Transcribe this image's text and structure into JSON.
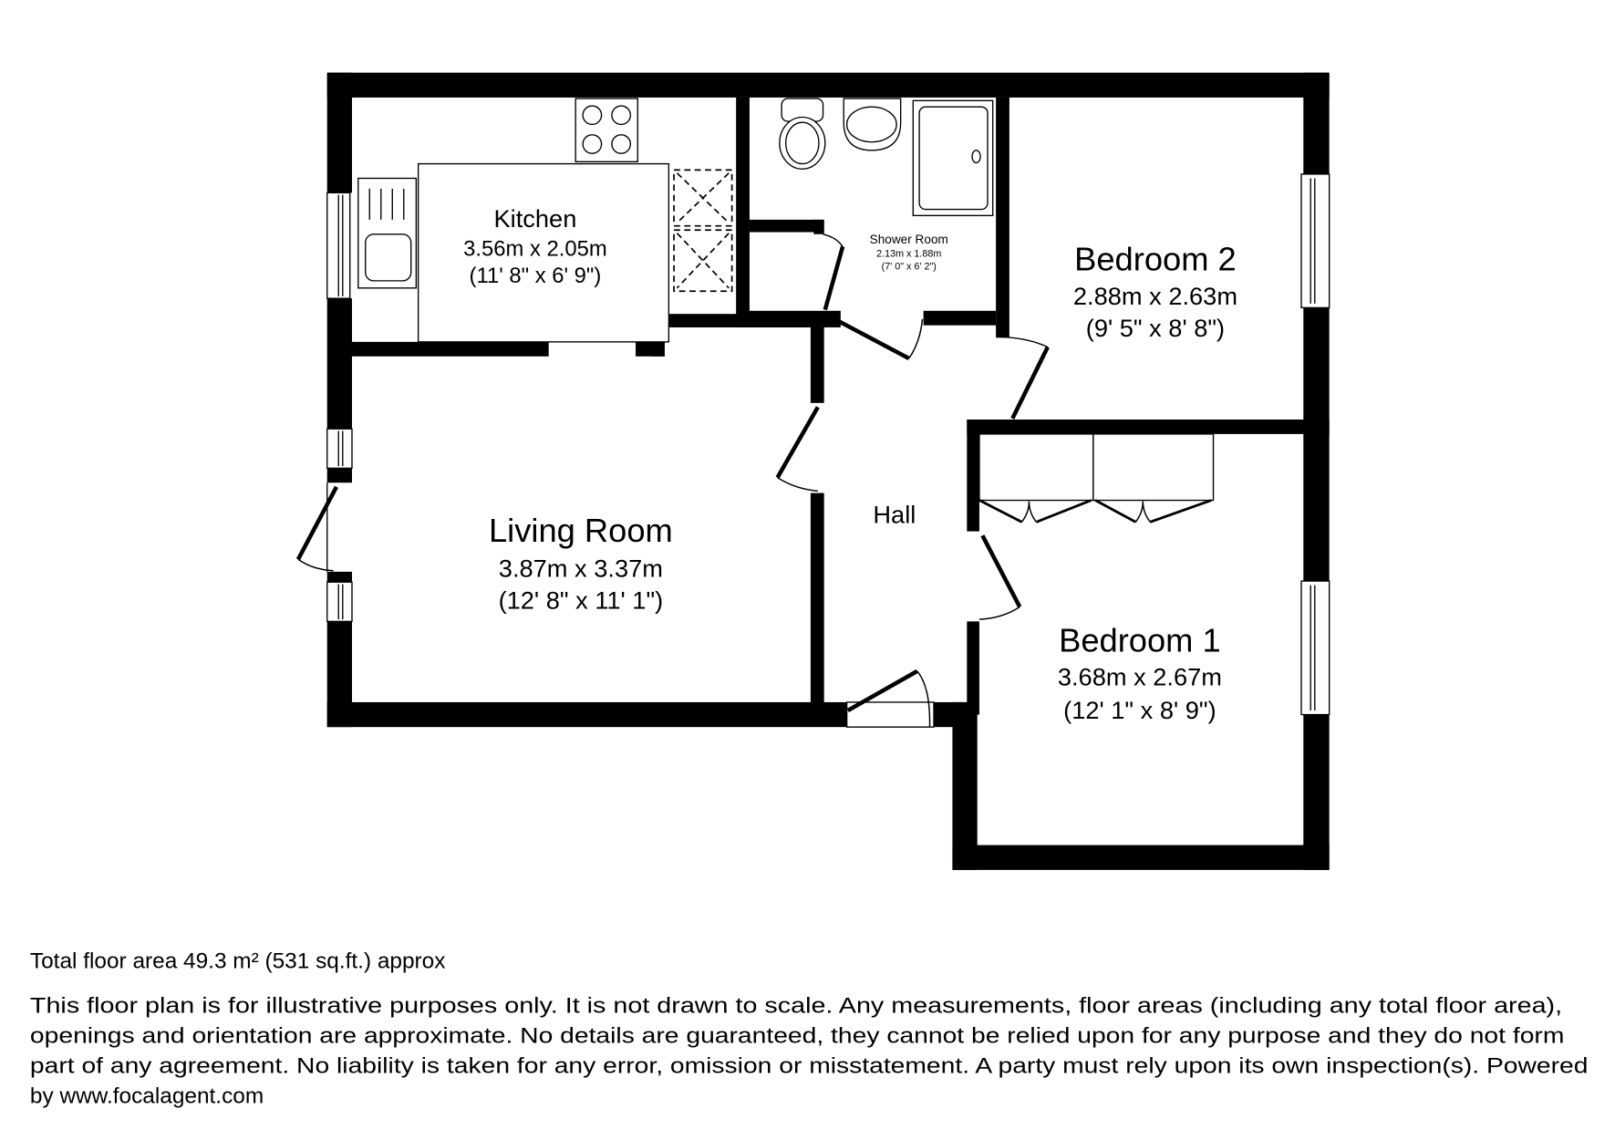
{
  "rooms": {
    "kitchen": {
      "name": "Kitchen",
      "metric": "3.56m x 2.05m",
      "imperial": "(11' 8\" x 6' 9\")"
    },
    "shower_room": {
      "name": "Shower Room",
      "metric": "2.13m x 1.88m",
      "imperial": "(7' 0\" x 6' 2\")"
    },
    "bedroom2": {
      "name": "Bedroom 2",
      "metric": "2.88m x 2.63m",
      "imperial": "(9' 5\" x 8' 8\")"
    },
    "living_room": {
      "name": "Living Room",
      "metric": "3.87m x 3.37m",
      "imperial": "(12' 8\" x 11' 1\")"
    },
    "hall": {
      "name": "Hall"
    },
    "bedroom1": {
      "name": "Bedroom 1",
      "metric": "3.68m x 2.67m",
      "imperial": "(12' 1\" x 8' 9\")"
    }
  },
  "footer": {
    "total_area": "Total floor area 49.3 m² (531 sq.ft.) approx",
    "disclaimer_lines": [
      "This floor plan is for illustrative purposes only. It is not drawn to scale. Any measurements, floor areas (including any total floor area),",
      "openings and orientation are approximate. No details are guaranteed, they cannot be relied upon for any purpose and they do not form",
      "part of any agreement. No liability is taken for any error, omission or misstatement. A party must rely upon its own inspection(s). Powered",
      "by www.focalagent.com"
    ]
  },
  "colors": {
    "wall": "#000000",
    "background": "#ffffff"
  }
}
